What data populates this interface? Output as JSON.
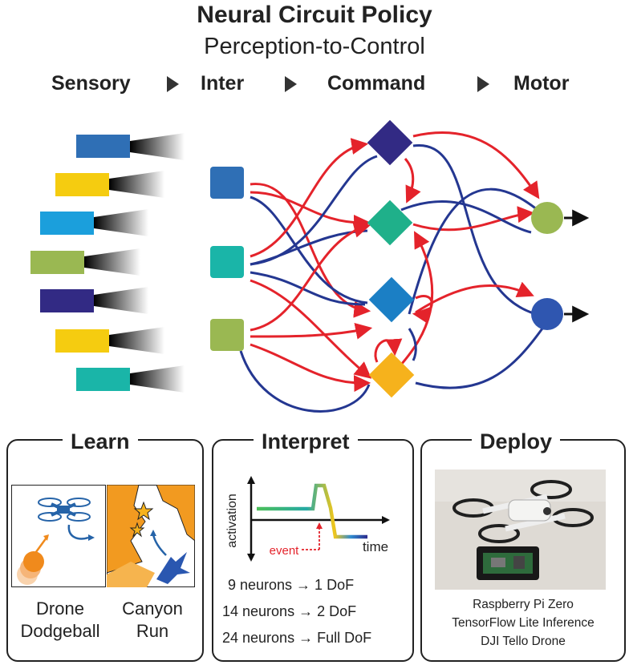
{
  "header": {
    "title": "Neural Circuit Policy",
    "subtitle": "Perception-to-Control"
  },
  "stages": [
    "Sensory",
    "Inter",
    "Command",
    "Motor"
  ],
  "colors": {
    "blue": "#2f6fb5",
    "yellow": "#f5cc10",
    "cyan": "#1b9fdc",
    "green": "#9ab852",
    "navy": "#322a84",
    "teal": "#1ab5a8",
    "command_green": "#1fb08a",
    "command_orange": "#f6b21c",
    "excite": "#e4232b",
    "inhibit": "#243791"
  },
  "learn": {
    "title": "Learn",
    "task1": [
      "Drone",
      "Dodgeball"
    ],
    "task2": [
      "Canyon",
      "Run"
    ]
  },
  "interpret": {
    "title": "Interpret",
    "ylabel": "activation",
    "xlabel": "time",
    "event_label": "event",
    "stats": [
      "9 neurons → 1 DoF",
      "14 neurons → 2 DoF",
      "24 neurons → Full DoF"
    ]
  },
  "deploy": {
    "title": "Deploy",
    "lines": [
      "Raspberry Pi Zero",
      "TensorFlow Lite Inference",
      "DJI Tello Drone"
    ]
  }
}
